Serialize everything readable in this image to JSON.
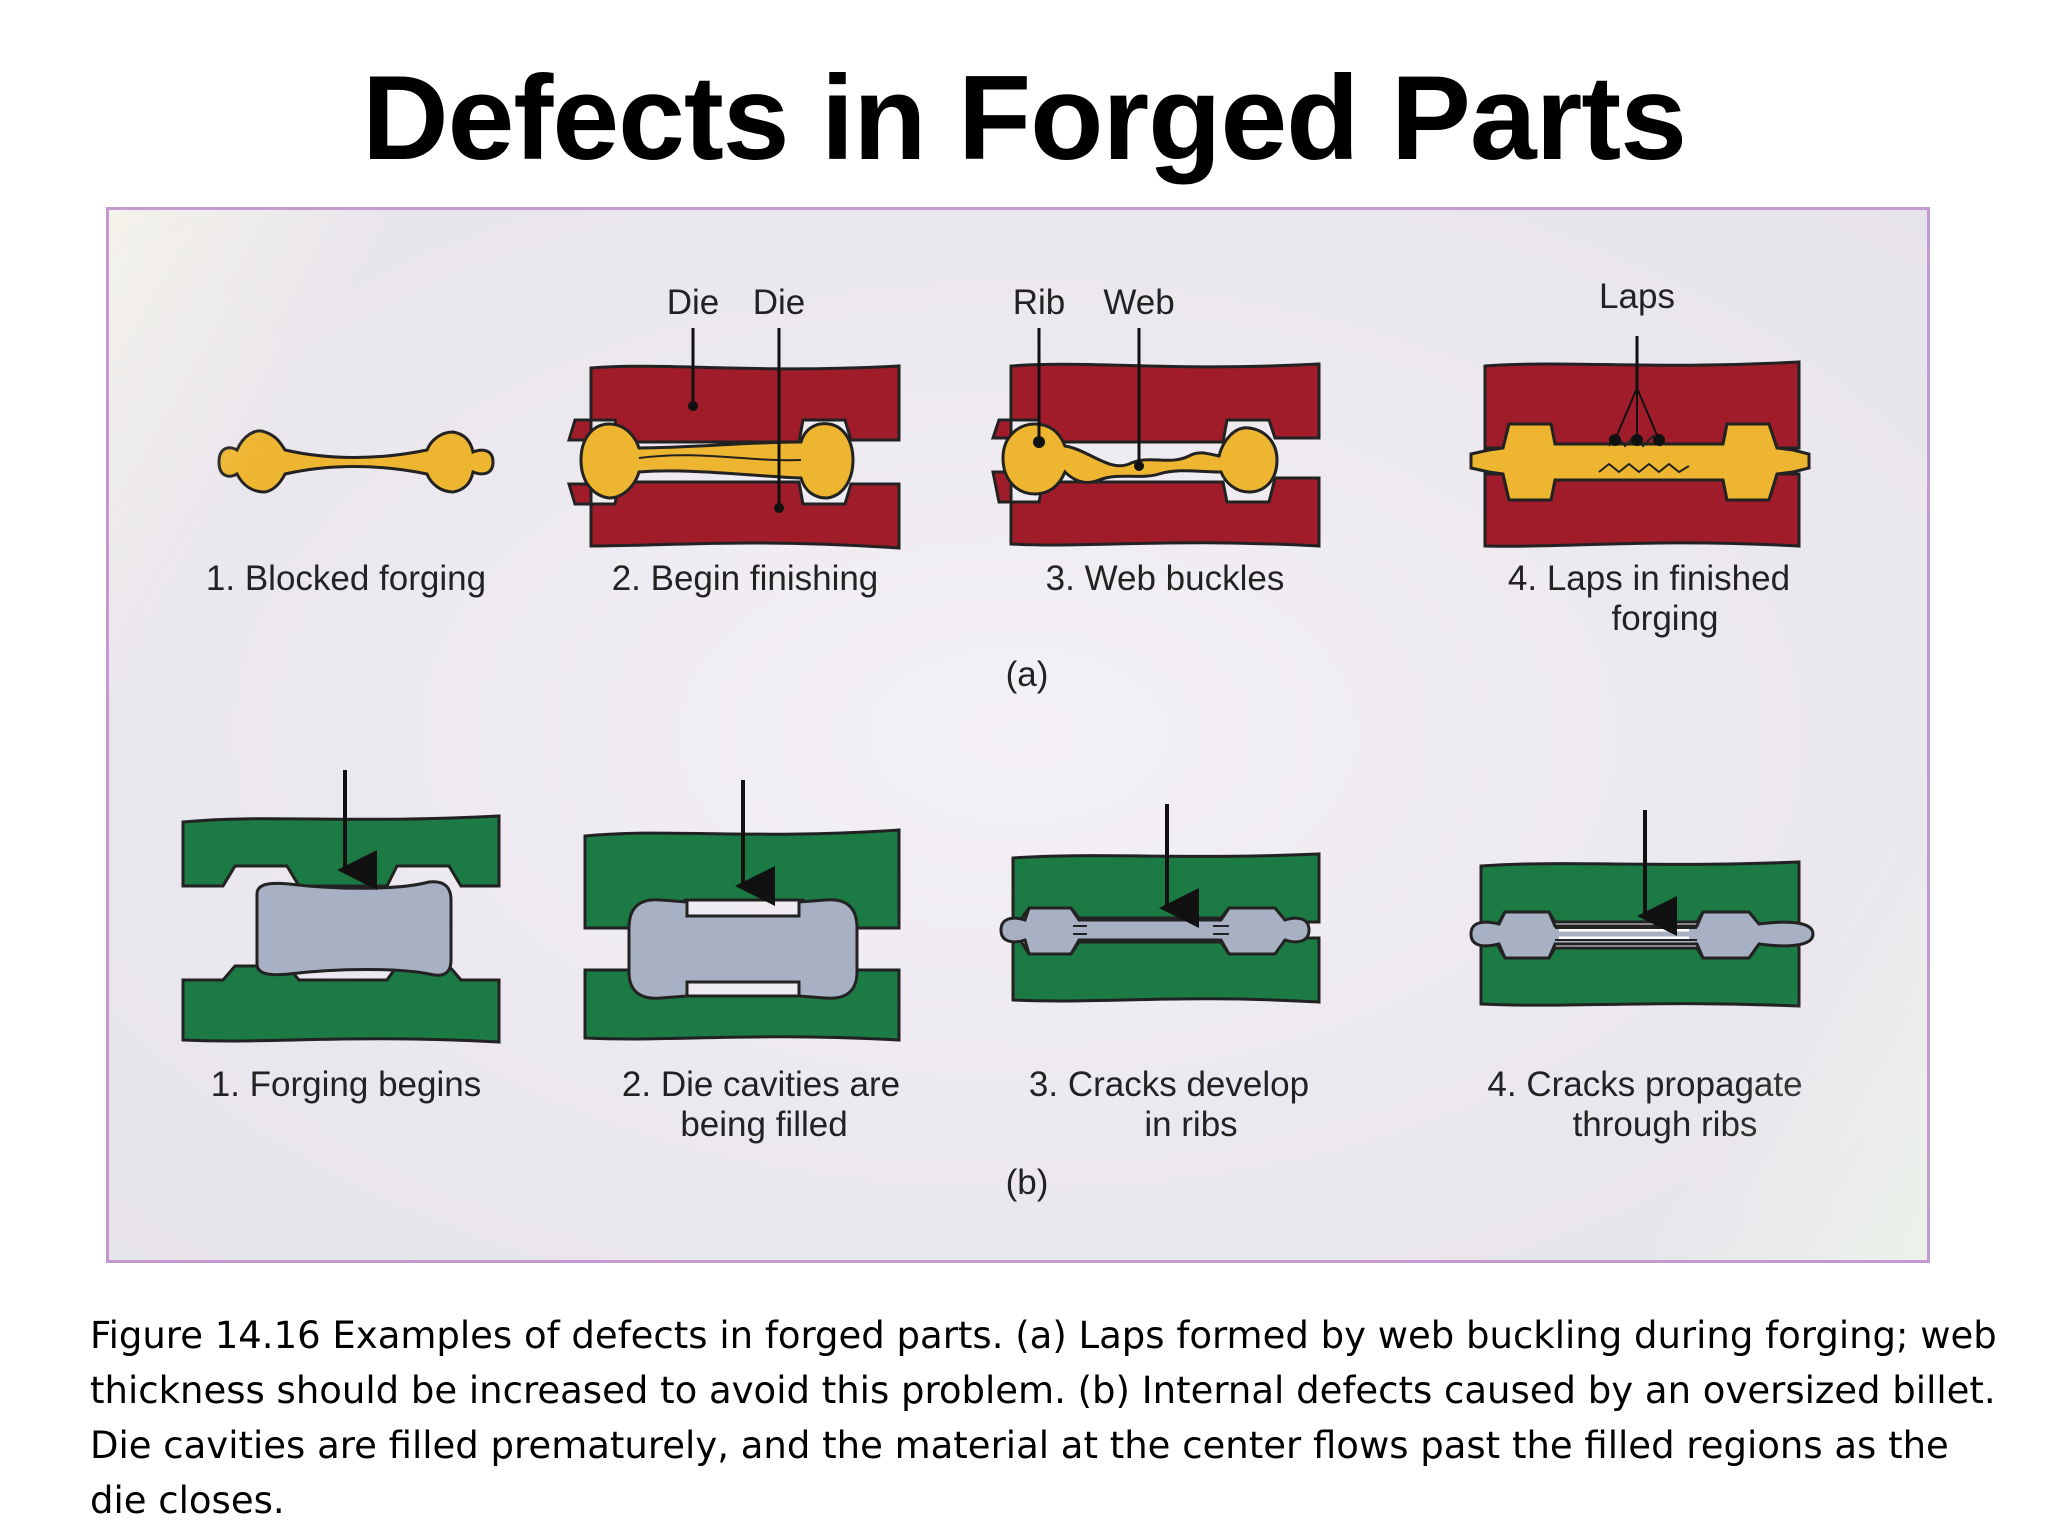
{
  "title": "Defects in Forged Parts",
  "figure": {
    "part_a": {
      "label": "(a)",
      "annotations": {
        "die_1": "Die",
        "die_2": "Die",
        "rib": "Rib",
        "web": "Web",
        "laps": "Laps"
      },
      "steps": [
        {
          "line1": "1. Blocked forging",
          "line2": ""
        },
        {
          "line1": "2. Begin finishing",
          "line2": ""
        },
        {
          "line1": "3. Web buckles",
          "line2": ""
        },
        {
          "line1": "4. Laps in finished",
          "line2": "forging"
        }
      ]
    },
    "part_b": {
      "label": "(b)",
      "steps": [
        {
          "line1": "1. Forging begins",
          "line2": ""
        },
        {
          "line1": "2. Die cavities are",
          "line2": "being filled"
        },
        {
          "line1": "3. Cracks develop",
          "line2": "in ribs"
        },
        {
          "line1": "4. Cracks propagate",
          "line2": "through ribs"
        }
      ]
    },
    "colors": {
      "die_a": "#a01c2a",
      "die_b": "#1c7a45",
      "workpiece_a": "#eeb530",
      "workpiece_b": "#a8b0c4",
      "frame": "#c39ad0"
    }
  },
  "caption": "Figure 14.16  Examples of defects in forged parts.  (a)  Laps formed by web buckling during forging; web thickness should be increased to avoid this problem.  (b)  Internal defects caused by an oversized billet.  Die cavities are filled prematurely, and the material at the center flows past the filled regions as the die closes."
}
